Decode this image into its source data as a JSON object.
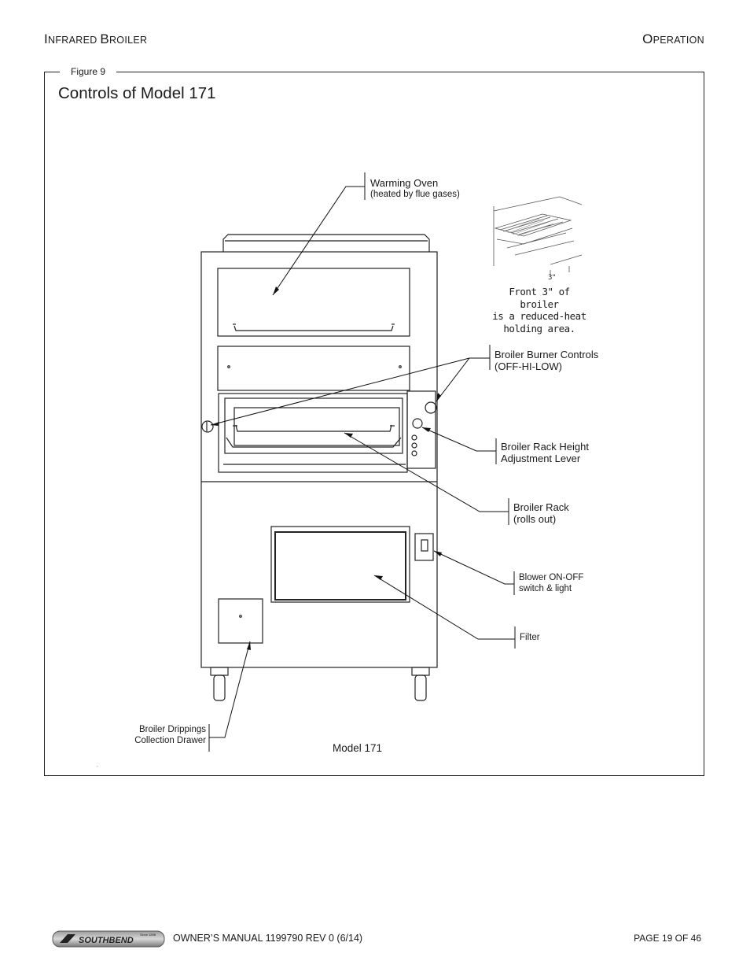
{
  "header": {
    "left_cap1": "I",
    "left_rest1": "NFRARED ",
    "left_cap2": "B",
    "left_rest2": "ROILER",
    "right_cap": "O",
    "right_rest": "PERATION"
  },
  "figure": {
    "label": "Figure 9",
    "title": "Controls of Model 171",
    "model_caption": "Model  171"
  },
  "callouts": {
    "warming_oven": {
      "line1": "Warming Oven",
      "line2": "(heated by  flue gases)"
    },
    "burner_controls": {
      "line1": "Broiler Burner Controls",
      "line2": "(OFF-HI-LOW)"
    },
    "rack_height": {
      "line1": "Broiler Rack Height",
      "line2": "Adjustment Lever"
    },
    "broiler_rack": {
      "line1": "Broiler Rack",
      "line2": "(rolls out)"
    },
    "blower": {
      "line1": "Blower ON-OFF",
      "line2": "switch & light"
    },
    "filter": {
      "line1": "Filter"
    },
    "drippings": {
      "line1": "Broiler Drippings",
      "line2": "Collection Drawer"
    }
  },
  "inset": {
    "dimension": "3\"",
    "note_line1": "Front 3\" of broiler",
    "note_line2": "is a reduced-heat",
    "note_line3": "holding area."
  },
  "footer": {
    "logo_text": "SOUTHBEND",
    "logo_small": "Since 1898",
    "manual": "OWNER’S MANUAL 1199790 REV 0 (6/14)",
    "page": "PAGE 19 OF 46"
  }
}
